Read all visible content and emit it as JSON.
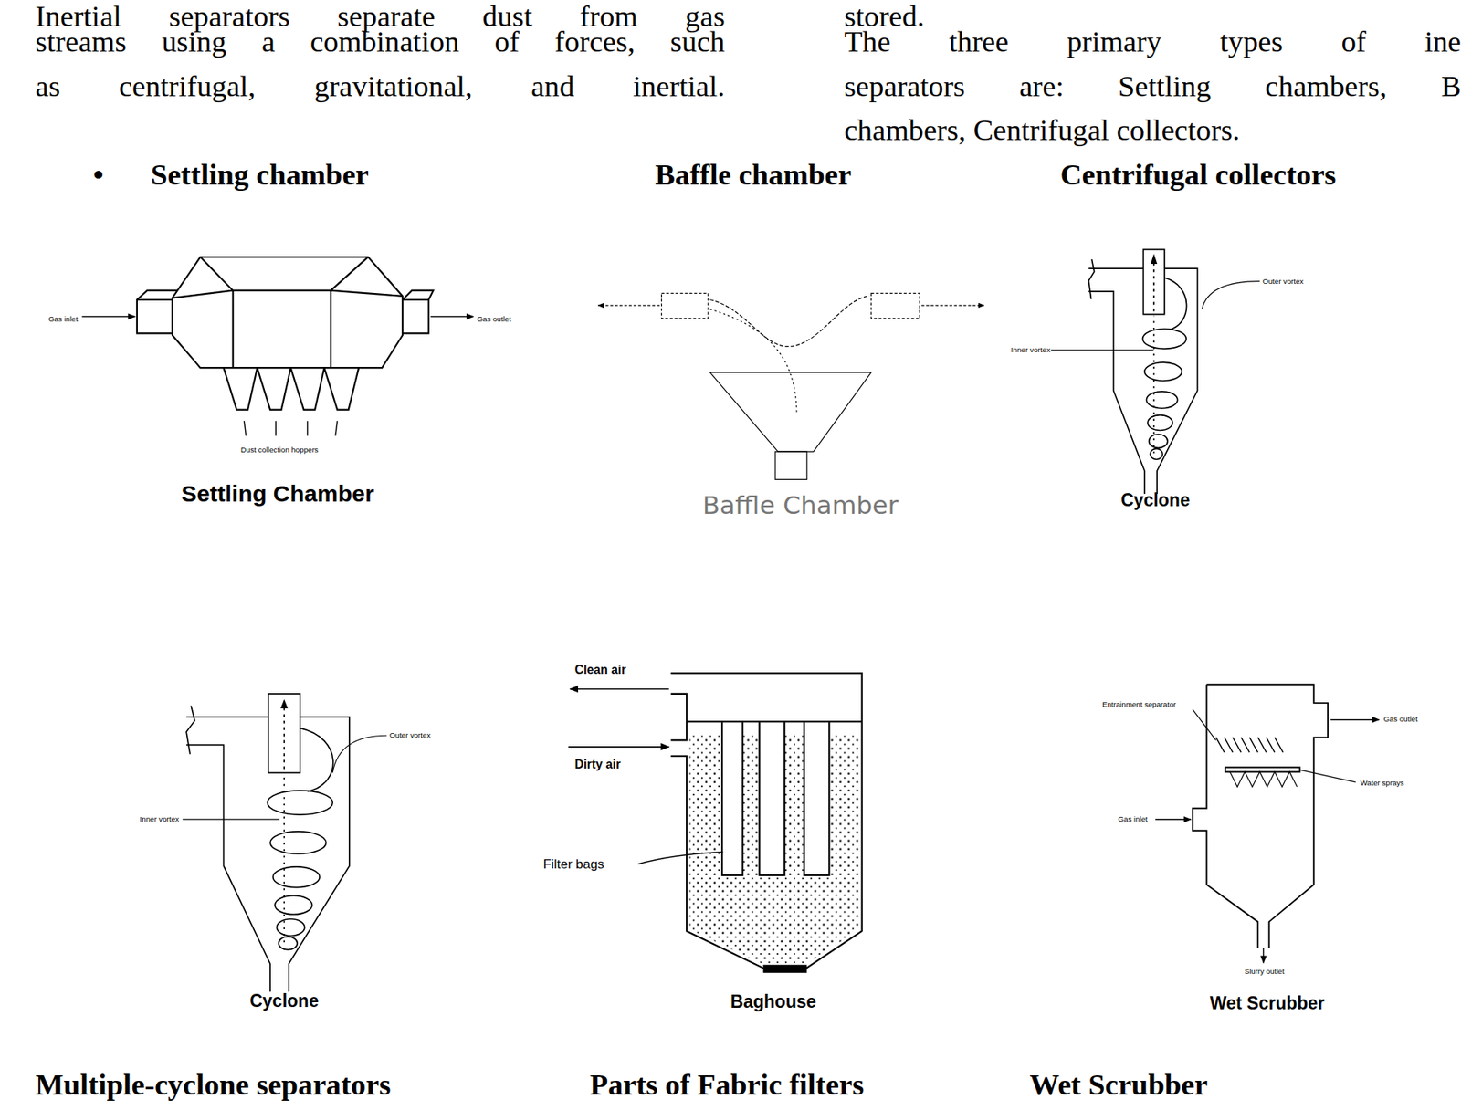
{
  "diagram": {
    "labels": [
      "Inertial separators separate dust from gas",
      "streams using a combination of forces, such",
      "as centrifugal, gravitational, and inertial.",
      "stored.",
      "The three primary types of ine",
      "separators are: Settling chambers, B",
      "chambers, Centrifugal collectors.",
      "•",
      "Settling chamber",
      "Baffle chamber",
      "Centrifugal collectors",
      "Gas inlet",
      "Gas outlet",
      "Dust collection hoppers",
      "Settling Chamber",
      "Baffle Chamber",
      "Outer vortex",
      "Inner vortex",
      "Cyclone",
      "Clean air",
      "Dirty air",
      "Filter bags",
      "Outer vortex",
      "Inner vortex",
      "Cyclone",
      "Entrainment separator",
      "Gas outlet",
      "Water sprays",
      "Gas inlet",
      "Slurry outlet",
      "Baghouse",
      "Wet Scrubber",
      "Multiple-cyclone separators",
      "Parts of Fabric filters",
      "Wet Scrubber"
    ]
  }
}
